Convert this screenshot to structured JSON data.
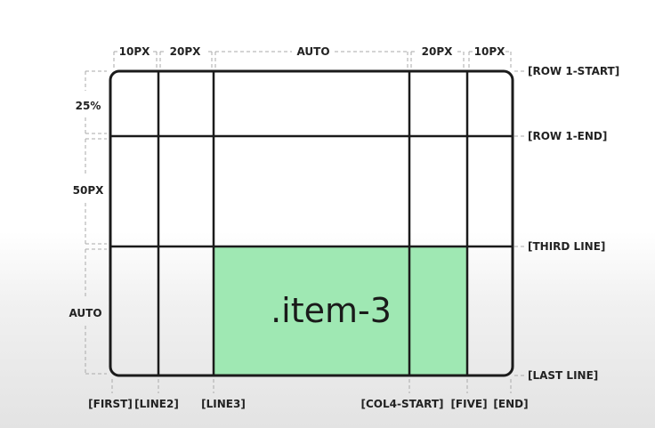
{
  "column_sizes": [
    "10PX",
    "20PX",
    "AUTO",
    "20PX",
    "10PX"
  ],
  "row_sizes": [
    "25%",
    "50PX",
    "AUTO"
  ],
  "row_line_names": [
    "[ROW 1-START]",
    "[ROW 1-END]",
    "[THIRD LINE]",
    "[LAST LINE]"
  ],
  "column_line_names": [
    "[FIRST]",
    "[LINE2]",
    "[LINE3]",
    "[COL4-START]",
    "[FIVE]",
    "[END]"
  ],
  "item": {
    "label": ".item-3",
    "color": "#9fe8b3"
  }
}
